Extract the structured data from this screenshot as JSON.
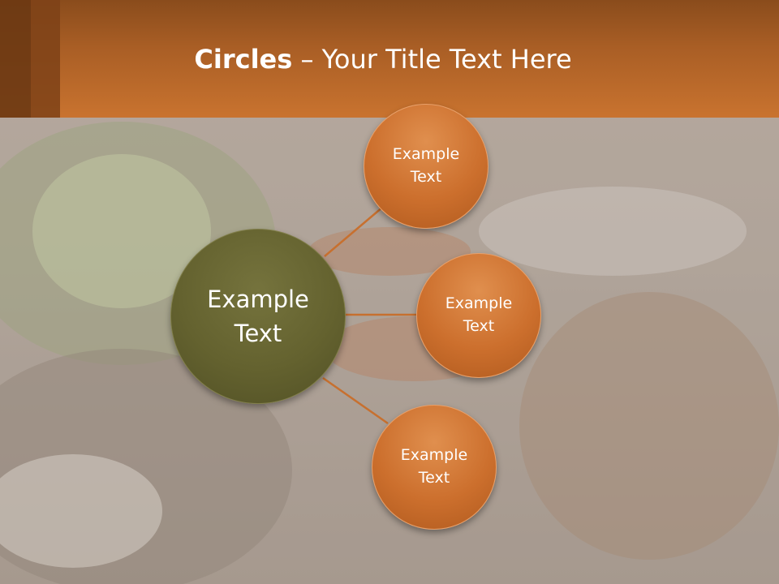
{
  "title": {
    "bold": "Circles",
    "rest": " – Your Title Text Here"
  },
  "center_circle": {
    "label": "Example\nText"
  },
  "satellites": [
    {
      "label": "Example\nText"
    },
    {
      "label": "Example\nText"
    },
    {
      "label": "Example\nText"
    }
  ],
  "colors": {
    "header": "#c9732f",
    "center_fill": "#64622f",
    "satellite_fill": "#cc6f2d",
    "connector": "#c7702f"
  }
}
